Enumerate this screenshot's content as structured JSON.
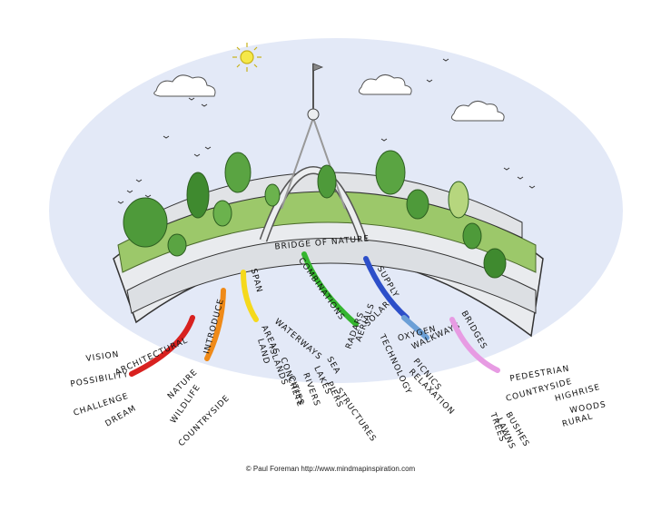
{
  "title": "BRIDGE OF NATURE",
  "copyright": "© Paul Foreman http://www.mindmapinspiration.com",
  "colors": {
    "sky": "#e3e9f7",
    "grass": "#9cc86a",
    "tree": "#4e9a3a",
    "bridge": "#e9ebee",
    "sun": "#f5e84a"
  },
  "icons": [
    "sun-icon",
    "cloud-icon",
    "bird-icon",
    "flag-icon"
  ],
  "branches": [
    {
      "label": "ARCHITECTURAL",
      "color": "#d8211f",
      "children": [
        "VISION",
        "POSSIBILITY",
        "CHALLENGE",
        "DREAM"
      ]
    },
    {
      "label": "INTRODUCE",
      "color": "#ef8a18",
      "children": [
        "NATURE",
        "WILDLIFE",
        "COUNTRYSIDE"
      ]
    },
    {
      "label": "SPAN",
      "color": "#f5d91c",
      "children": [
        "WATERWAYS",
        "AREAS",
        "ISLANDS",
        "LAND",
        "CITIES",
        "CONCRETE"
      ]
    },
    {
      "label": "COMBINATIONS",
      "color": "#35b52f",
      "children": [
        "SEA",
        "LAKES",
        "RIVERS",
        "STRUCTURES",
        "PIERS"
      ]
    },
    {
      "label": "SUPPLY",
      "color": "#2d4fc9",
      "children": [
        "SOLAR",
        "TECHNOLOGY",
        "AERIALS",
        "RADARS"
      ]
    },
    {
      "label": "OXYGEN",
      "color": "#6b9fd6",
      "children": [
        "WALKWAYS",
        "PICNICS",
        "RELAXATION"
      ]
    },
    {
      "label": "BRIDGES",
      "color": "#e79be3",
      "children": [
        "PEDESTRIAN",
        "COUNTRYSIDE",
        "HIGHRISE",
        "WOODS",
        "RURAL",
        "BUSHES",
        "LAWNS",
        "TREES"
      ]
    }
  ]
}
